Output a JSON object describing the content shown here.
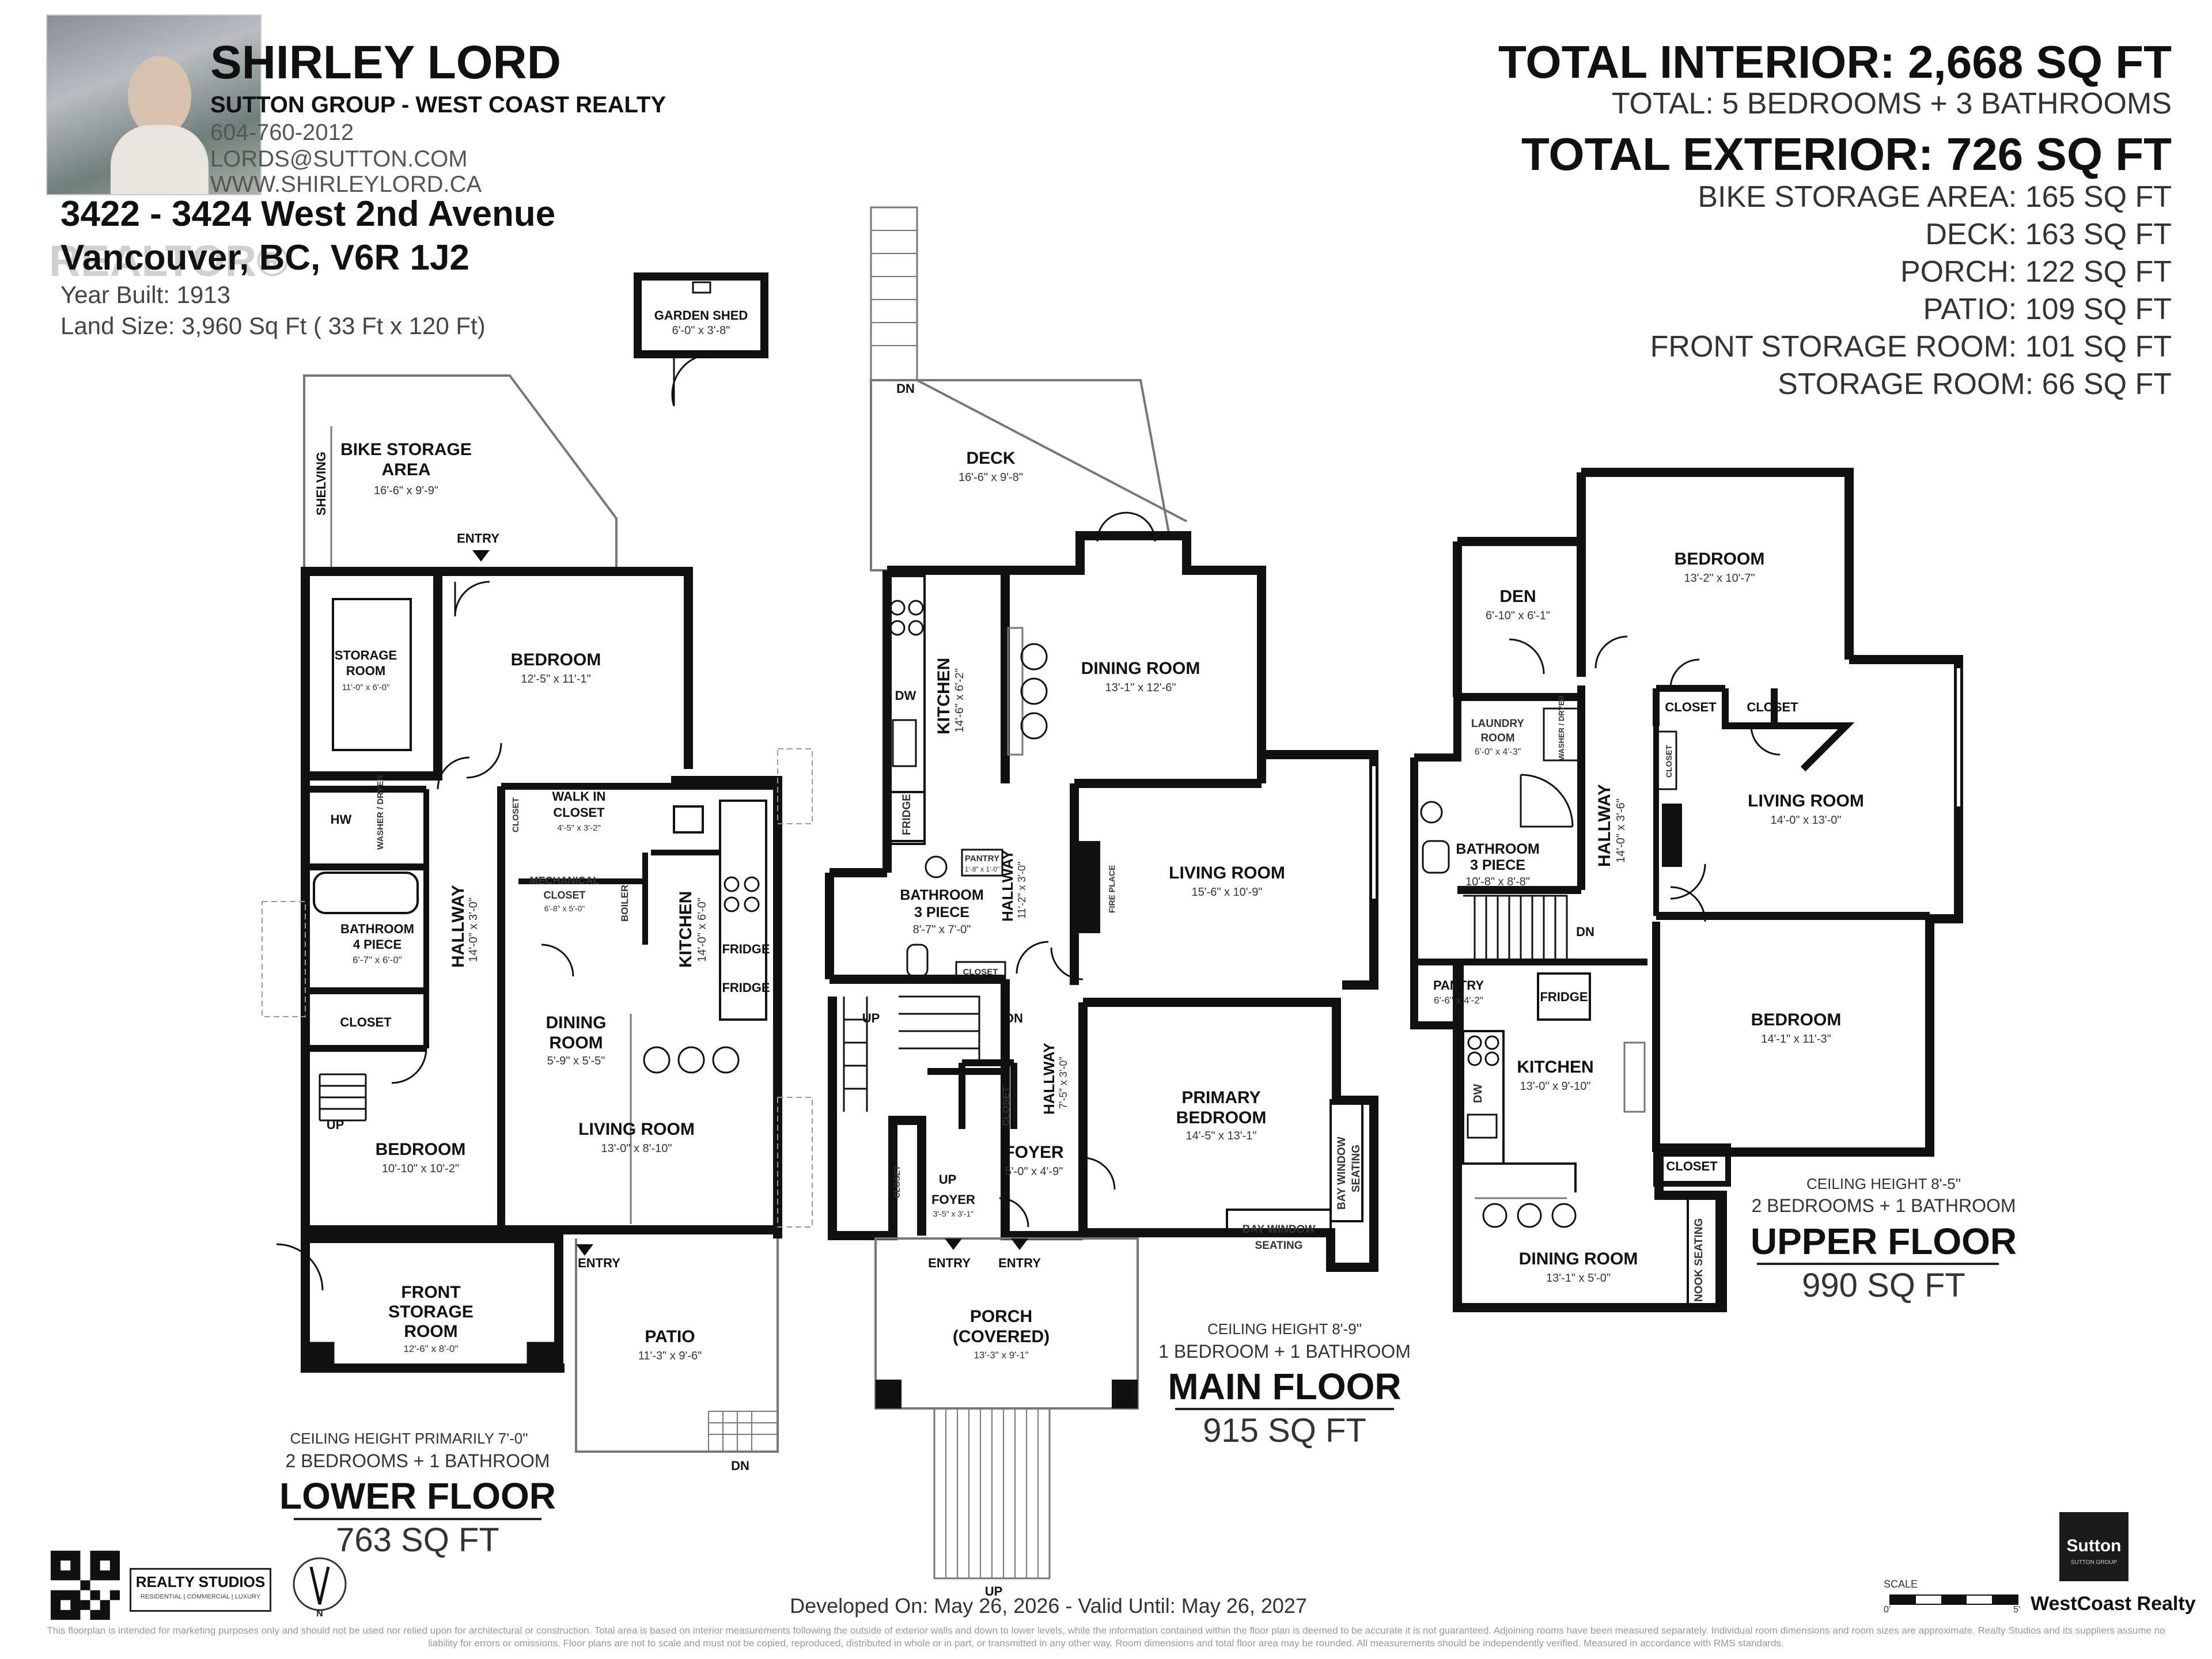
{
  "agent": {
    "name": "SHIRLEY LORD",
    "company": "SUTTON GROUP - WEST COAST REALTY",
    "phone": "604-760-2012",
    "email": "LORDS@SUTTON.COM",
    "website": "WWW.SHIRLEYLORD.CA"
  },
  "property": {
    "address_line1": "3422 - 3424 West 2nd Avenue",
    "address_line2": "Vancouver, BC, V6R 1J2",
    "year_built": "Year Built: 1913",
    "land_size": "Land Size: 3,960 Sq Ft ( 33 Ft x 120 Ft)",
    "watermark": "REALTOR®"
  },
  "totals": {
    "interior": "TOTAL INTERIOR: 2,668 SQ FT",
    "rooms": "TOTAL: 5 BEDROOMS  + 3 BATHROOMS",
    "exterior": "TOTAL EXTERIOR: 726 SQ FT",
    "exterior_items": [
      "BIKE STORAGE AREA: 165 SQ FT",
      "DECK: 163 SQ FT",
      "PORCH: 122 SQ FT",
      "PATIO: 109 SQ FT",
      "FRONT STORAGE ROOM: 101 SQ FT",
      "STORAGE ROOM: 66 SQ FT"
    ]
  },
  "floors": {
    "lower": {
      "title": "LOWER FLOOR",
      "sqft": "763 SQ FT",
      "ceiling": "CEILING HEIGHT PRIMARILY 7'-0\"",
      "summary": "2 BEDROOMS + 1 BATHROOM"
    },
    "main": {
      "title": "MAIN FLOOR",
      "sqft": "915 SQ FT",
      "ceiling": "CEILING HEIGHT 8'-9\"",
      "summary": "1 BEDROOM + 1 BATHROOM"
    },
    "upper": {
      "title": "UPPER FLOOR",
      "sqft": "990 SQ FT",
      "ceiling": "CEILING HEIGHT 8'-5\"",
      "summary": "2 BEDROOMS + 1 BATHROOM"
    }
  },
  "rooms": {
    "garden_shed": "GARDEN SHED",
    "garden_shed_d": "6'-0\" x 3'-8\"",
    "bike_storage": "BIKE STORAGE",
    "bike_storage2": "AREA",
    "bike_storage_d": "16'-6\" x 9'-9\"",
    "shelving": "SHELVING",
    "entry": "ENTRY",
    "storage_room": "STORAGE",
    "storage_room2": "ROOM",
    "storage_room_d": "11'-0\" x 6'-0\"",
    "l_bedroom1": "BEDROOM",
    "l_bedroom1_d": "12'-5\" x 11'-1\"",
    "hw": "HW",
    "washer": "WASHER / DRYER",
    "l_closet1": "CLOSET",
    "walkin": "WALK IN",
    "walkin2": "CLOSET",
    "walkin_d": "4'-5\" x 3'-2\"",
    "mech": "MECHANICAL",
    "mech2": "CLOSET",
    "mech_d": "6'-8\" x 5'-0\"",
    "boiler": "BOILER",
    "l_kitchen": "KITCHEN",
    "l_kitchen_d": "14'-0\" x 6'-0\"",
    "fridge": "FRIDGE",
    "l_bath": "BATHROOM",
    "l_bath2": "4 PIECE",
    "l_bath_d": "6'-7\" x 6'-0\"",
    "l_hallway": "HALLWAY",
    "l_hallway_d": "14'-0\" x 3'-0\"",
    "l_closet2": "CLOSET",
    "l_dining": "DINING",
    "l_dining2": "ROOM",
    "l_dining_d": "5'-9\" x 5'-5\"",
    "l_living": "LIVING ROOM",
    "l_living_d": "13'-0\" x 8'-10\"",
    "l_bedroom2": "BEDROOM",
    "l_bedroom2_d": "10'-10\" x 10'-2\"",
    "up": "UP",
    "dn": "DN",
    "front_storage": "FRONT",
    "front_storage2": "STORAGE",
    "front_storage3": "ROOM",
    "front_storage_d": "12'-6\" x 8'-0\"",
    "patio": "PATIO",
    "patio_d": "11'-3\" x 9'-6\"",
    "deck": "DECK",
    "deck_d": "16'-6\" x 9'-8\"",
    "m_kitchen": "KITCHEN",
    "m_kitchen_d": "14'-6\" x 6'-2\"",
    "dw": "DW",
    "m_dining": "DINING ROOM",
    "m_dining_d": "13'-1\" x 12'-6\"",
    "m_living": "LIVING ROOM",
    "m_living_d": "15'-6\" x 10'-9\"",
    "fireplace": "FIRE PLACE",
    "m_bath": "BATHROOM",
    "m_bath2": "3 PIECE",
    "m_bath_d": "8'-7\" x 7'-0\"",
    "pantry": "PANTRY",
    "pantry_d": "1'-8\" x 1'-0\"",
    "m_hallway": "HALLWAY",
    "m_hallway_d": "11'-2\" x 3'-0\"",
    "m_hallway2": "HALLWAY",
    "m_hallway2_d": "7'-5\" x 3'-0\"",
    "closet": "CLOSET",
    "primary": "PRIMARY",
    "primary2": "BEDROOM",
    "primary_d": "14'-5\" x 13'-1\"",
    "bay_seat": "BAY WINDOW",
    "bay_seat2": "SEATING",
    "foyer": "FOYER",
    "foyer_d": "5'-0\" x 4'-9\"",
    "foyer2": "FOYER",
    "foyer2_d": "3'-5\" x 3'-1\"",
    "porch": "PORCH",
    "porch2": "(COVERED)",
    "porch_d": "13'-3\" x 9'-1\"",
    "den": "DEN",
    "den_d": "6'-10\" x 6'-1\"",
    "u_bedroom1": "BEDROOM",
    "u_bedroom1_d": "13'-2\" x 10'-7\"",
    "laundry": "LAUNDRY",
    "laundry2": "ROOM",
    "laundry_d": "6'-0\" x 4'-3\"",
    "u_bath": "BATHROOM",
    "u_bath2": "3 PIECE",
    "u_bath_d": "10'-8\" x 8'-8\"",
    "u_hallway": "HALLWAY",
    "u_hallway_d": "14'-0\" x 3'-6\"",
    "u_living": "LIVING ROOM",
    "u_living_d": "14'-0\" x 13'-0\"",
    "u_pantry": "PANTRY",
    "u_pantry_d": "6'-6\" x 4'-2\"",
    "u_kitchen": "KITCHEN",
    "u_kitchen_d": "13'-0\" x 9'-10\"",
    "u_bedroom2": "BEDROOM",
    "u_bedroom2_d": "14'-1\" x 11'-3\"",
    "u_dining": "DINING ROOM",
    "u_dining_d": "13'-1\" x 5'-0\"",
    "nook": "NOOK SEATING"
  },
  "footer": {
    "developed": "Developed On: May 26, 2026 - Valid Until: May 26, 2027",
    "realty_studios": "REALTY STUDIOS",
    "realty_studios_sub": "RESIDENTIAL | COMMERCIAL | LUXURY",
    "north": "N",
    "scale": "SCALE",
    "scale_0": "0'",
    "scale_5": "5'",
    "sutton": "Sutton",
    "sutton_sub": "SUTTON GROUP",
    "westcoast": "WestCoast Realty",
    "disclaimer": "This floorplan is intended for marketing purposes only and should not be used nor relied upon for architectural or construction. Total area is based on interior measurements following the outside of exterior walls and down to lower levels, while the information contained within the floor plan is deemed to be accurate it is not guaranteed. Adjoining rooms have been measured separately. Individual room dimensions and room sizes are approximate. Realty Studios and its suppliers assume no liability for errors or omissions. Floor plans are not to scale and must not be copied, reproduced, distributed in whole or in part, or transmitted in any other way. Room dimensions and total floor area may be rounded. All measurements should be independently verified. Measured in accordance with RMS standards."
  },
  "colors": {
    "wall": "#111111",
    "line": "#555555"
  }
}
